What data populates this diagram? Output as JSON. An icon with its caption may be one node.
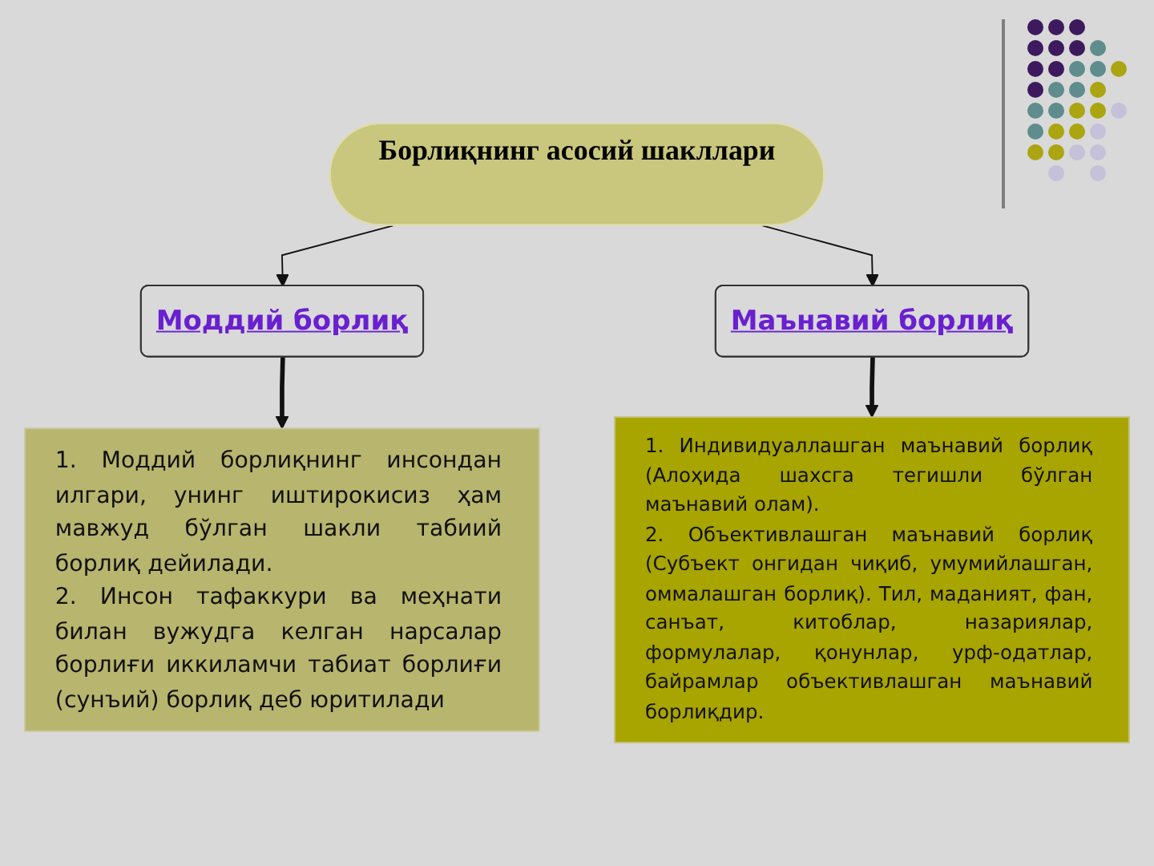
{
  "diagram": {
    "nodes": [
      {
        "text": [
          "Борлиқнинг асосий шакллари"
        ]
      },
      {
        "text": [
          "Моддий борлиқ"
        ]
      },
      {
        "text": [
          "Маънавий борлиқ"
        ]
      },
      {
        "text": [
          "1. Моддий борлиқнинг инсондан илгари, унинг иштирокисиз ҳам мавжуд бўлган шакли табиий борлиқ дейилади.",
          "2. Инсон тафаккури ва меҳнати билан вужудга келган нарсалар борлиғи иккиламчи табиат борлиғи (сунъий) борлиқ деб юритилади"
        ]
      },
      {
        "text": [
          "1. Индивидуаллашган маънавий борлиқ (Алоҳида шахсга тегишли бўлган маънавий олам).",
          "2. Объективлашган маънавий борлиқ (Субъект онгидан чиқиб, умумийлашган, оммалашган борлиқ). Тил, маданият, фан, санъат, китоблар, назариялар, формулалар, қонунлар, урф-одатлар, байрамлар объективлашган маънавий борлиқдир."
        ]
      }
    ],
    "edges": [
      {
        "from": 0,
        "to": 1,
        "arrow": "to"
      },
      {
        "from": 0,
        "to": 2,
        "arrow": "to"
      },
      {
        "from": 1,
        "to": 3,
        "arrow": "to",
        "style": "thick"
      },
      {
        "from": 2,
        "to": 4,
        "arrow": "to",
        "style": "thick"
      }
    ]
  }
}
